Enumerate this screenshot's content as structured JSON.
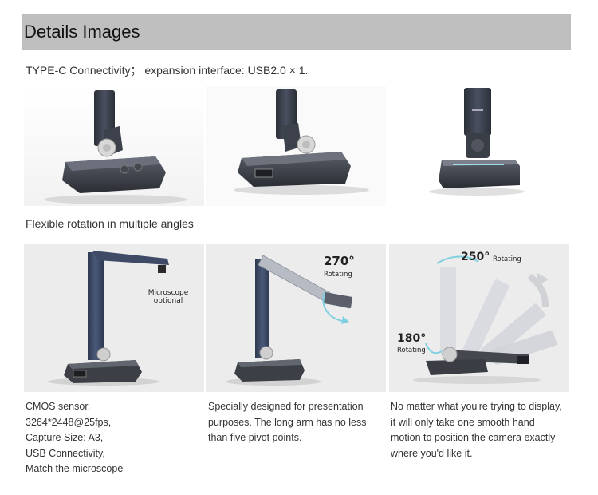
{
  "header": {
    "title": "Details Images"
  },
  "section1": {
    "caption": "TYPE-C Connectivity； expansion interface: USB2.0 × 1."
  },
  "section2": {
    "caption": "Flexible rotation in multiple angles"
  },
  "annotations": {
    "microscope": "Microscope\noptional",
    "rot270_angle": "270°",
    "rot270_label": "Rotating",
    "rot250_angle": "250°",
    "rot250_label": "Rotating",
    "rot180_angle": "180°",
    "rot180_label": "Rotating"
  },
  "descriptions": {
    "col1": "CMOS sensor,\n3264*2448@25fps,\nCapture Size: A3,\nUSB Connectivity,\nMatch the microscope",
    "col2": "Specially designed for presentation\npurposes. The long arm has no less\nthan five pivot points.",
    "col3": "No matter what you're trying to display,\nit will only take one smooth hand\nmotion to position the camera exactly\nwhere you'd like it."
  },
  "colors": {
    "header_bg": "#bfbfbf",
    "device_dark": "#3a3d44",
    "arm_blue": "#3d4a63",
    "panel_bg": "#ececec",
    "accent_cyan": "#7fcfe0"
  }
}
